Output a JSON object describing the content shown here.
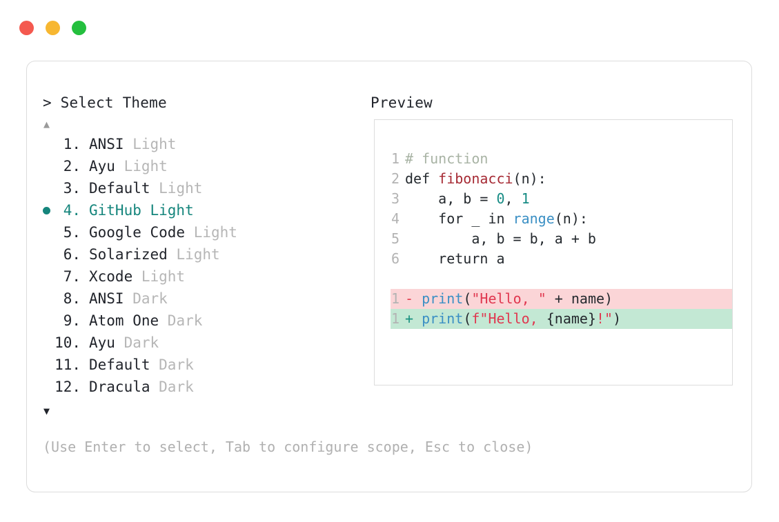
{
  "window": {
    "traffic_lights": [
      {
        "name": "close",
        "color": "#f4594f"
      },
      {
        "name": "minimize",
        "color": "#f7b731"
      },
      {
        "name": "maximize",
        "color": "#24bf3e"
      }
    ]
  },
  "colors": {
    "accent_teal": "#15857c",
    "muted_gray": "#b6b6b6",
    "text": "#21242b",
    "border": "#dcdcdc",
    "diff_del_bg": "#fbd5d7",
    "diff_add_bg": "#c3e8d4"
  },
  "left": {
    "header": "> Select Theme",
    "scroll_up": "▲",
    "scroll_down": "▼",
    "items": [
      {
        "num": "1.",
        "name": "ANSI",
        "variant": " Light",
        "selected": false
      },
      {
        "num": "2.",
        "name": "Ayu",
        "variant": " Light",
        "selected": false
      },
      {
        "num": "3.",
        "name": "Default",
        "variant": " Light",
        "selected": false
      },
      {
        "num": "4.",
        "name": "GitHub",
        "variant": " Light",
        "selected": true
      },
      {
        "num": "5.",
        "name": "Google Code",
        "variant": " Light",
        "selected": false
      },
      {
        "num": "6.",
        "name": "Solarized",
        "variant": " Light",
        "selected": false
      },
      {
        "num": "7.",
        "name": "Xcode",
        "variant": " Light",
        "selected": false
      },
      {
        "num": "8.",
        "name": "ANSI",
        "variant": " Dark",
        "selected": false
      },
      {
        "num": "9.",
        "name": "Atom One",
        "variant": " Dark",
        "selected": false
      },
      {
        "num": "10.",
        "name": "Ayu",
        "variant": " Dark",
        "selected": false
      },
      {
        "num": "11.",
        "name": "Default",
        "variant": " Dark",
        "selected": false
      },
      {
        "num": "12.",
        "name": "Dracula",
        "variant": " Dark",
        "selected": false
      }
    ],
    "hint": "(Use Enter to select, Tab to configure scope, Esc to close)"
  },
  "right": {
    "header": "Preview",
    "code": {
      "lines": [
        {
          "ln": "1",
          "tokens": [
            {
              "t": "# function",
              "c": "tok-comment"
            }
          ]
        },
        {
          "ln": "2",
          "tokens": [
            {
              "t": "def ",
              "c": "tok-plain"
            },
            {
              "t": "fibonacci",
              "c": "tok-func"
            },
            {
              "t": "(n):",
              "c": "tok-plain"
            }
          ]
        },
        {
          "ln": "3",
          "tokens": [
            {
              "t": "    a, b = ",
              "c": "tok-plain"
            },
            {
              "t": "0",
              "c": "tok-num"
            },
            {
              "t": ", ",
              "c": "tok-plain"
            },
            {
              "t": "1",
              "c": "tok-num"
            }
          ]
        },
        {
          "ln": "4",
          "tokens": [
            {
              "t": "    for _ in ",
              "c": "tok-plain"
            },
            {
              "t": "range",
              "c": "tok-builtin"
            },
            {
              "t": "(n):",
              "c": "tok-plain"
            }
          ]
        },
        {
          "ln": "5",
          "tokens": [
            {
              "t": "        a, b = b, a + b",
              "c": "tok-plain"
            }
          ]
        },
        {
          "ln": "6",
          "tokens": [
            {
              "t": "    return a",
              "c": "tok-plain"
            }
          ]
        },
        {
          "ln": "",
          "tokens": []
        },
        {
          "ln": "1",
          "diff": "del",
          "mark": "- ",
          "tokens": [
            {
              "t": "print",
              "c": "tok-builtin"
            },
            {
              "t": "(",
              "c": "tok-plain"
            },
            {
              "t": "\"Hello, \"",
              "c": "tok-string"
            },
            {
              "t": " + name)",
              "c": "tok-plain"
            }
          ]
        },
        {
          "ln": "1",
          "diff": "add",
          "mark": "+ ",
          "tokens": [
            {
              "t": "print",
              "c": "tok-builtin"
            },
            {
              "t": "(",
              "c": "tok-plain"
            },
            {
              "t": "f\"Hello, ",
              "c": "tok-string"
            },
            {
              "t": "{name}",
              "c": "tok-plain"
            },
            {
              "t": "!\"",
              "c": "tok-string"
            },
            {
              "t": ")",
              "c": "tok-plain"
            }
          ]
        }
      ]
    }
  }
}
